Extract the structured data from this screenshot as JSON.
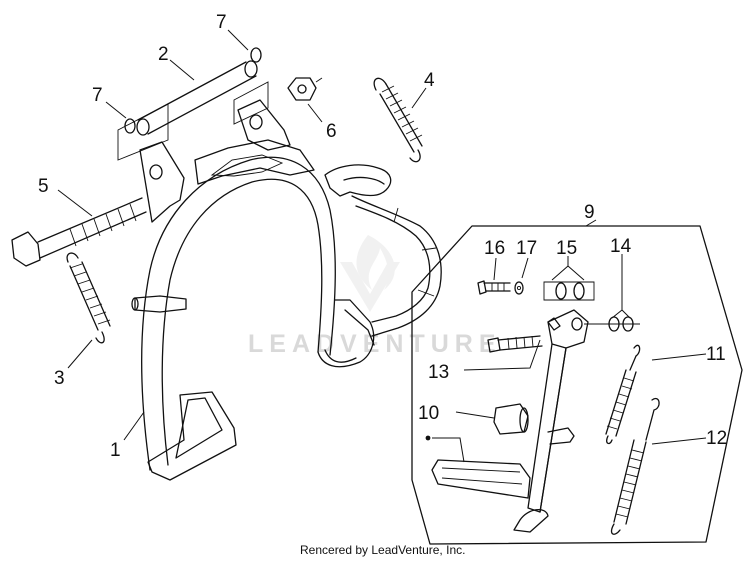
{
  "watermark": {
    "text": "LEADVENTURE"
  },
  "credit": "Rencered by LeadVenture, Inc.",
  "callouts": [
    {
      "id": "c1",
      "label": "1"
    },
    {
      "id": "c2",
      "label": "2"
    },
    {
      "id": "c3",
      "label": "3"
    },
    {
      "id": "c4",
      "label": "4"
    },
    {
      "id": "c5",
      "label": "5"
    },
    {
      "id": "c6",
      "label": "6"
    },
    {
      "id": "c7a",
      "label": "7"
    },
    {
      "id": "c7b",
      "label": "7"
    },
    {
      "id": "c9",
      "label": "9"
    },
    {
      "id": "c10",
      "label": "10"
    },
    {
      "id": "c11",
      "label": "11"
    },
    {
      "id": "c12",
      "label": "12"
    },
    {
      "id": "c13",
      "label": "13"
    },
    {
      "id": "c14",
      "label": "14"
    },
    {
      "id": "c15",
      "label": "15"
    },
    {
      "id": "c16",
      "label": "16"
    },
    {
      "id": "c17",
      "label": "17"
    }
  ]
}
